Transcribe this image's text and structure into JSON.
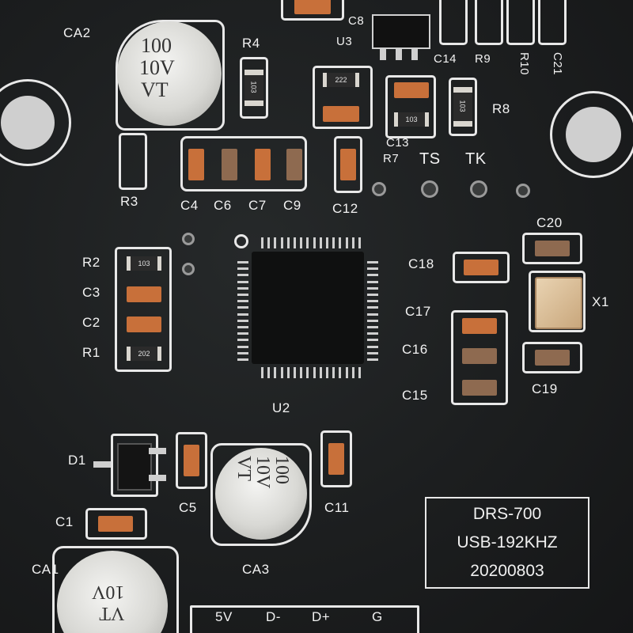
{
  "board": {
    "designators": {
      "CA2": "CA2",
      "CA1": "CA1",
      "CA3": "CA3",
      "R4": "R4",
      "R3": "R3",
      "R2": "R2",
      "R1": "R1",
      "R7": "R7",
      "R8": "R8",
      "R9": "R9",
      "R10": "R10",
      "C1": "C1",
      "C2": "C2",
      "C3": "C3",
      "C4": "C4",
      "C5": "C5",
      "C6": "C6",
      "C7": "C7",
      "C8": "C8",
      "C9": "C9",
      "C11": "C11",
      "C12": "C12",
      "C13": "C13",
      "C14": "C14",
      "C15": "C15",
      "C16": "C16",
      "C17": "C17",
      "C18": "C18",
      "C19": "C19",
      "C20": "C20",
      "C21": "C21",
      "U2": "U2",
      "U3": "U3",
      "X1": "X1",
      "D1": "D1",
      "TS": "TS",
      "TK": "TK"
    },
    "connector_pins": [
      "5V",
      "D-",
      "D+",
      "G"
    ],
    "capacitor_markings": {
      "CA2": [
        "100",
        "10V",
        "VT"
      ],
      "CA3": [
        "100",
        "10V",
        "VT"
      ],
      "CA1": [
        "VT",
        "10V"
      ]
    },
    "resistor_codes": {
      "R4": "103",
      "R2": "103",
      "R1": "202",
      "R7": "103",
      "R8": "103",
      "U3_side": "222"
    },
    "product_label": {
      "model": "DRS-700",
      "spec": "USB-192KHZ",
      "date": "20200803"
    }
  }
}
